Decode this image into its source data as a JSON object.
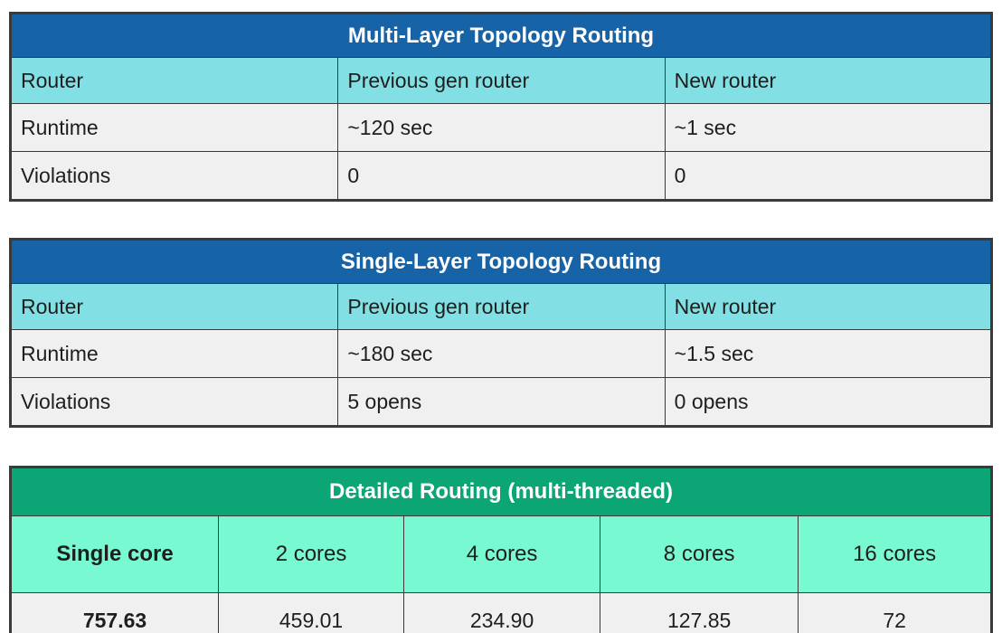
{
  "colors": {
    "page_bg": "#FFFFFF",
    "blue_header": "#1663A8",
    "cyan_subheader": "#82E0E4",
    "green_header": "#0CA576",
    "mint_subheader": "#78F9D1",
    "row_bg": "#F1F0F0",
    "border": "#3A3A3A",
    "title_text": "#FFFFFF",
    "cell_text": "#1E1E1E"
  },
  "tables": [
    {
      "id": "multi-layer-topology",
      "title": "Multi-Layer Topology Routing",
      "theme": "blue",
      "columns": [
        "Router",
        "Previous gen router",
        "New router"
      ],
      "rows": [
        [
          "Runtime",
          "~120 sec",
          "~1 sec"
        ],
        [
          "Violations",
          "0",
          "0"
        ]
      ]
    },
    {
      "id": "single-layer-topology",
      "title": "Single-Layer Topology Routing",
      "theme": "blue",
      "columns": [
        "Router",
        "Previous gen router",
        "New router"
      ],
      "rows": [
        [
          "Runtime",
          "~180 sec",
          "~1.5 sec"
        ],
        [
          "Violations",
          "5 opens",
          "0 opens"
        ]
      ]
    },
    {
      "id": "detailed-routing",
      "title": "Detailed Routing (multi-threaded)",
      "theme": "green",
      "columns": [
        "Single core",
        "2 cores",
        "4 cores",
        "8 cores",
        "16 cores"
      ],
      "rows": [
        [
          "757.63",
          "459.01",
          "234.90",
          "127.85",
          "72"
        ]
      ]
    }
  ]
}
